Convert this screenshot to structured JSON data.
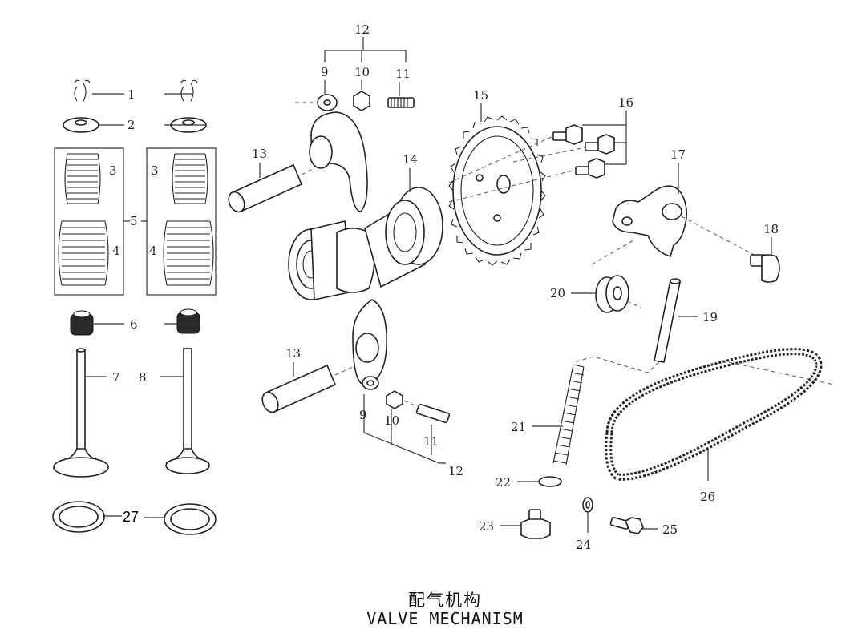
{
  "title_cn": "配气机构",
  "title_en": "VALVE MECHANISM",
  "callouts": {
    "c1a": "1",
    "c2a": "2",
    "c3a": "3",
    "c3b": "3",
    "c4a": "4",
    "c4b": "4",
    "c5": "5",
    "c6": "6",
    "c7": "7",
    "c8": "8",
    "c9a": "9",
    "c10a": "10",
    "c11a": "11",
    "c12a": "12",
    "c13a": "13",
    "c13b": "13",
    "c14": "14",
    "c15": "15",
    "c16": "16",
    "c17": "17",
    "c18": "18",
    "c19": "19",
    "c20": "20",
    "c21": "21",
    "c22": "22",
    "c23": "23",
    "c24": "24",
    "c25": "25",
    "c26": "26",
    "c27": "27",
    "c9b": "9",
    "c10b": "10",
    "c11b": "11",
    "c12b": "12"
  }
}
